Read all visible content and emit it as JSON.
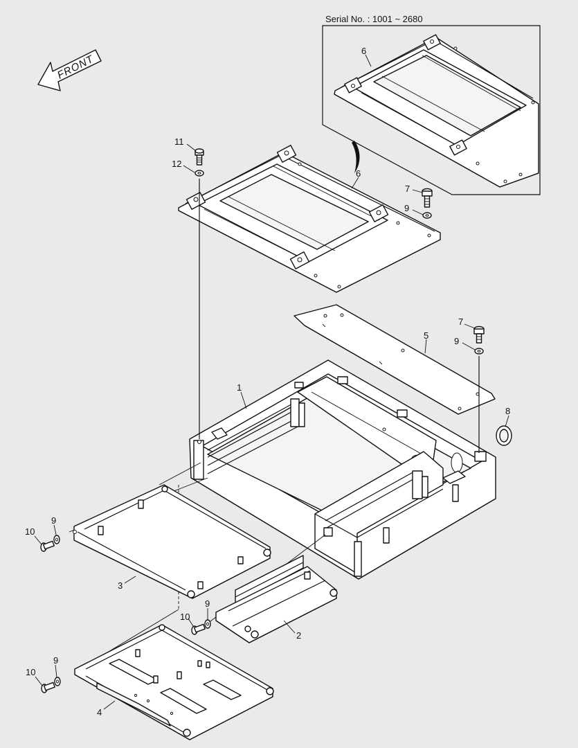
{
  "diagram": {
    "serial_note": "Serial No. : 1001 ~ 2680",
    "front_label": "FRONT",
    "callouts": {
      "c1": "1",
      "c2": "2",
      "c3": "3",
      "c4": "4",
      "c5": "5",
      "c6_top": "6",
      "c6_inset": "6",
      "c7_a": "7",
      "c7_b": "7",
      "c8": "8",
      "c9_a": "9",
      "c9_b": "9",
      "c9_c": "9",
      "c9_d": "9",
      "c9_e": "9",
      "c10_a": "10",
      "c10_b": "10",
      "c10_c": "10",
      "c11": "11",
      "c12": "12"
    }
  }
}
